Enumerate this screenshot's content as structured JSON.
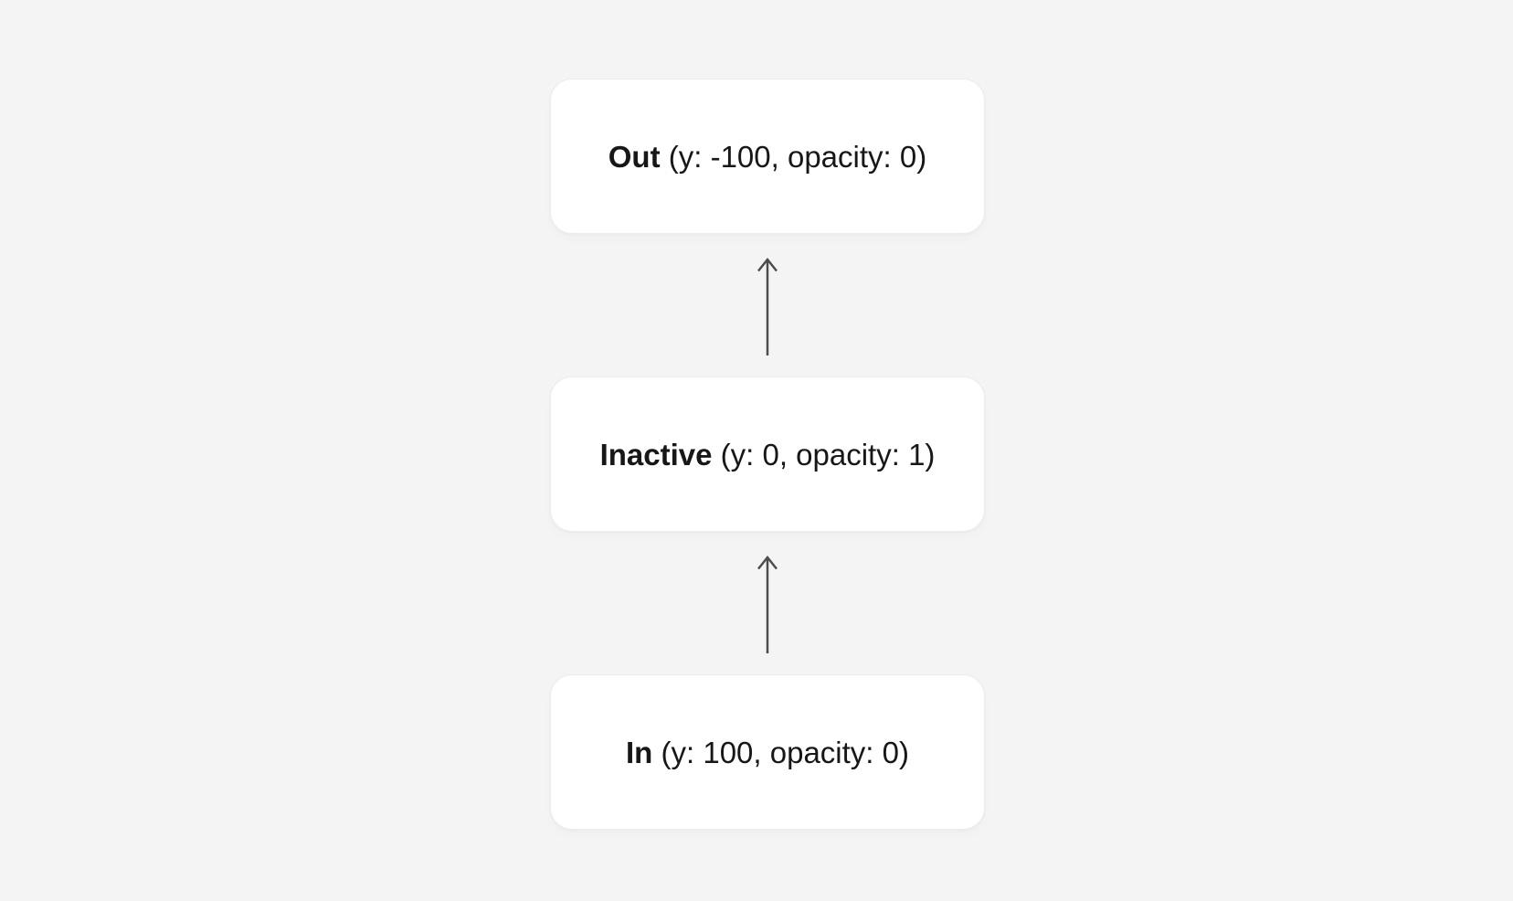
{
  "diagram": {
    "states": [
      {
        "id": "out",
        "name": "Out",
        "props": " (y: -100, opacity: 0)"
      },
      {
        "id": "inactive",
        "name": "Inactive",
        "props": " (y: 0, opacity: 1)"
      },
      {
        "id": "in",
        "name": "In",
        "props": " (y: 100, opacity: 0)"
      }
    ],
    "arrows": [
      {
        "from": "inactive",
        "to": "out",
        "direction": "up"
      },
      {
        "from": "in",
        "to": "inactive",
        "direction": "up"
      }
    ]
  },
  "colors": {
    "background": "#f4f4f5",
    "card-bg": "#ffffff",
    "card-border": "#ececec",
    "text": "#171717",
    "arrow": "#4d4d4d"
  }
}
